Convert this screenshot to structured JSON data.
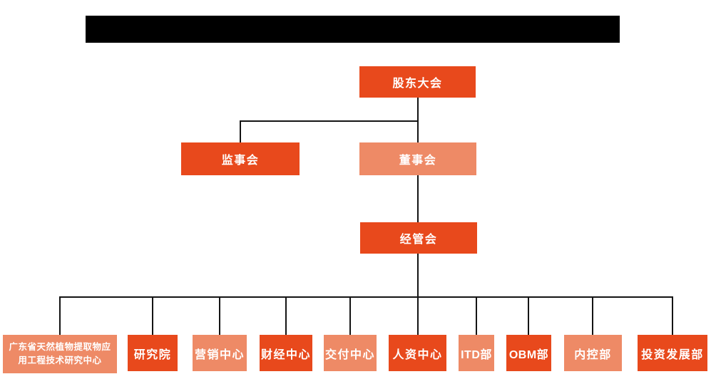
{
  "palette": {
    "dark_orange": "#E8491C",
    "light_orange": "#EE8A66",
    "line_color": "#141414",
    "background": "#FFFFFF",
    "node_text": "#FFFFFF",
    "redaction": "#000000"
  },
  "header": {
    "redacted_title": ""
  },
  "org": {
    "root": {
      "label": "股东大会",
      "tone": "dark"
    },
    "level2": [
      {
        "label": "监事会",
        "tone": "dark"
      },
      {
        "label": "董事会",
        "tone": "light"
      }
    ],
    "level3": {
      "label": "经管会",
      "tone": "dark"
    },
    "departments": [
      {
        "label": "广东省天然植物提取物应用工程技术研究中心",
        "label_line1": "广东省天然植物提取物应",
        "label_line2": "用工程技术研究中心",
        "tone": "light"
      },
      {
        "label": "研究院",
        "tone": "dark"
      },
      {
        "label": "营销中心",
        "tone": "light"
      },
      {
        "label": "财经中心",
        "tone": "dark"
      },
      {
        "label": "交付中心",
        "tone": "light"
      },
      {
        "label": "人资中心",
        "tone": "dark"
      },
      {
        "label": "ITD部",
        "tone": "light"
      },
      {
        "label": "OBM部",
        "tone": "dark"
      },
      {
        "label": "内控部",
        "tone": "light"
      },
      {
        "label": "投资发展部",
        "tone": "dark"
      }
    ]
  }
}
